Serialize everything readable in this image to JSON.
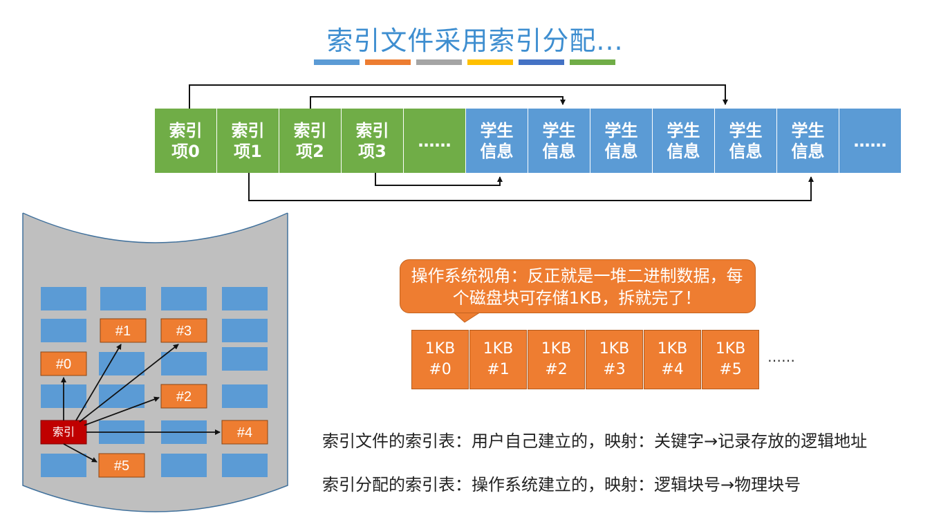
{
  "title": "索引文件采用索引分配...",
  "stripe_colors": [
    "#5b9bd5",
    "#ed7d31",
    "#a5a5a5",
    "#ffc000",
    "#4472c4",
    "#70ad47"
  ],
  "index_entries": [
    {
      "top": "索引",
      "bottom": "项0"
    },
    {
      "top": "索引",
      "bottom": "项1"
    },
    {
      "top": "索引",
      "bottom": "项2"
    },
    {
      "top": "索引",
      "bottom": "项3"
    },
    {
      "top": "……",
      "bottom": ""
    }
  ],
  "records": [
    {
      "top": "学生",
      "bottom": "信息"
    },
    {
      "top": "学生",
      "bottom": "信息"
    },
    {
      "top": "学生",
      "bottom": "信息"
    },
    {
      "top": "学生",
      "bottom": "信息"
    },
    {
      "top": "学生",
      "bottom": "信息"
    },
    {
      "top": "学生",
      "bottom": "信息"
    },
    {
      "top": "……",
      "bottom": ""
    }
  ],
  "colors": {
    "green": "#70ad47",
    "blue": "#5b9bd5",
    "orange": "#ee7d31",
    "red": "#c00000",
    "disk": "#bfbfbf"
  },
  "disk": {
    "index_label": "索引",
    "blocks": [
      "#0",
      "#1",
      "#2",
      "#3",
      "#4",
      "#5"
    ]
  },
  "bubble_text": "操作系统视角：反正就是一堆二进制数据，每个磁盘块可存储1KB，拆就完了！",
  "kb_blocks": [
    {
      "size": "1KB",
      "num": "#0"
    },
    {
      "size": "1KB",
      "num": "#1"
    },
    {
      "size": "1KB",
      "num": "#2"
    },
    {
      "size": "1KB",
      "num": "#3"
    },
    {
      "size": "1KB",
      "num": "#4"
    },
    {
      "size": "1KB",
      "num": "#5"
    }
  ],
  "kb_ellipsis": "……",
  "notes": [
    "索引文件的索引表：用户自己建立的，映射：关键字→记录存放的逻辑地址",
    "索引分配的索引表：操作系统建立的，映射：逻辑块号→物理块号"
  ]
}
